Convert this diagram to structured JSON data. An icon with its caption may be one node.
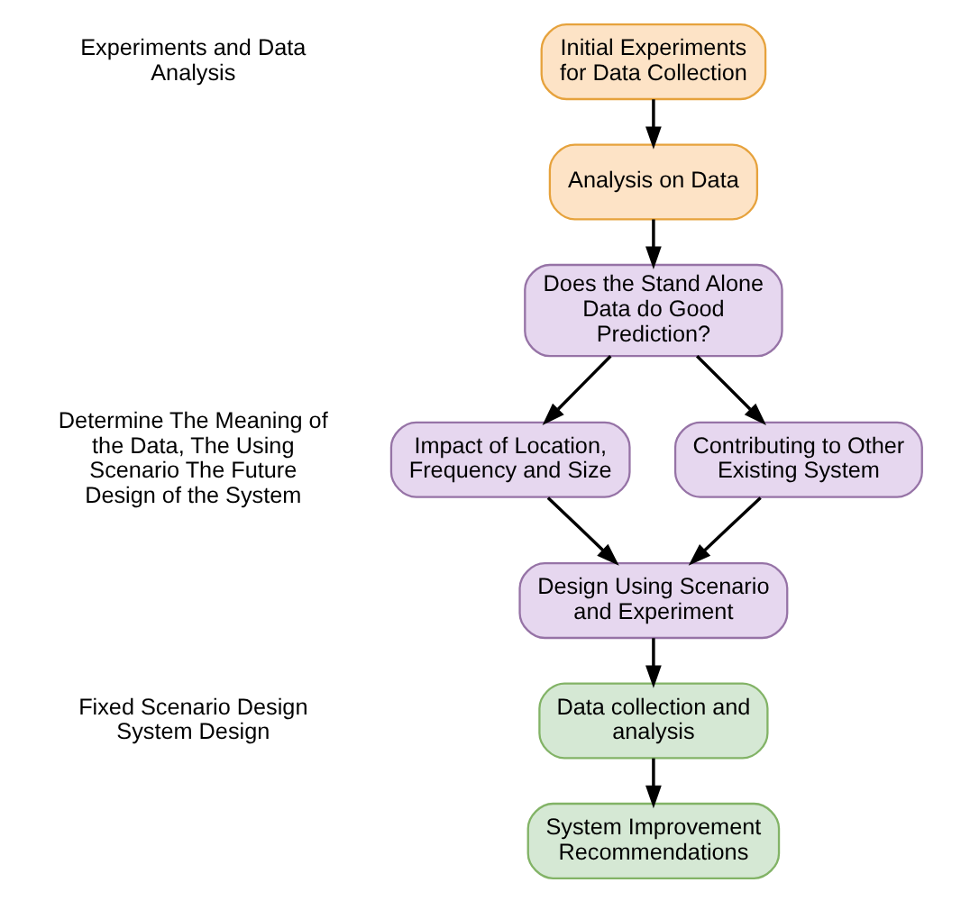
{
  "diagram": {
    "nodes": [
      {
        "text": [
          "Initial Experiments for Data Collection"
        ]
      },
      {
        "text": [
          "Analysis on Data"
        ]
      },
      {
        "text": [
          "Does the Stand Alone Data do Good Prediction?"
        ]
      },
      {
        "text": [
          "Impact of Location, Frequency and Size"
        ]
      },
      {
        "text": [
          "Contributing to Other Existing System"
        ]
      },
      {
        "text": [
          "Design Using Scenario and Experiment"
        ]
      },
      {
        "text": [
          "Data collection and analysis"
        ]
      },
      {
        "text": [
          "System Improvement Recommendations"
        ]
      }
    ],
    "edges": [
      {
        "from": 0,
        "to": 1,
        "arrow": "to"
      },
      {
        "from": 1,
        "to": 2,
        "arrow": "to"
      },
      {
        "from": 2,
        "to": 3,
        "arrow": "to"
      },
      {
        "from": 2,
        "to": 4,
        "arrow": "to"
      },
      {
        "from": 3,
        "to": 5,
        "arrow": "to"
      },
      {
        "from": 4,
        "to": 5,
        "arrow": "to"
      },
      {
        "from": 5,
        "to": 6,
        "arrow": "to"
      },
      {
        "from": 6,
        "to": 7,
        "arrow": "to"
      }
    ],
    "labels": [
      "Experiments and Data Analysis",
      "Determine The Meaning of the Data, The Using Scenario The Future Design of the System",
      "Fixed Scenario Design System Design"
    ]
  }
}
